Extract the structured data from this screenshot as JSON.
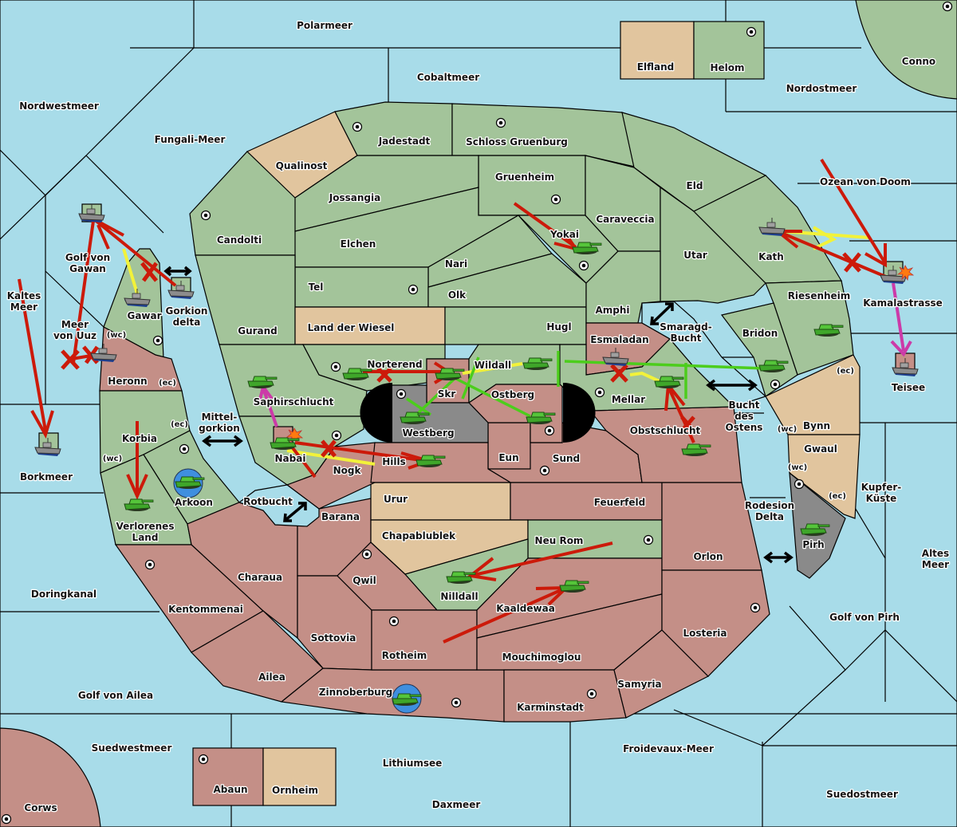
{
  "colors": {
    "sea": "#a8dce9",
    "power_green": "#a3c49a",
    "power_red": "#c48f87",
    "neutral_tan": "#e1c59e",
    "impassable_gray": "#8a8a8a",
    "order_move": "#cc1a0a",
    "order_support": "#f2f23a",
    "order_convoy": "#4ccd1c",
    "order_retreat": "#cc3aa8",
    "home_marker": "#3f8fdf"
  },
  "seas": [
    {
      "name": "Polarmeer"
    },
    {
      "name": "Cobaltmeer"
    },
    {
      "name": "Nordwestmeer"
    },
    {
      "name": "Fungali-Meer"
    },
    {
      "name": "Nordostmeer"
    },
    {
      "name": "Ozean von Doom"
    },
    {
      "name": "Golf von Gawan"
    },
    {
      "name": "Kaltes Meer"
    },
    {
      "name": "Meer von Uuz"
    },
    {
      "name": "Gorkion delta"
    },
    {
      "name": "Borkmeer"
    },
    {
      "name": "Mittel-gorkion"
    },
    {
      "name": "Rotbucht"
    },
    {
      "name": "Smaragd-Bucht"
    },
    {
      "name": "Bucht des Ostens"
    },
    {
      "name": "Kamalastrasse"
    },
    {
      "name": "Kupfer-Küste"
    },
    {
      "name": "Rodesion Delta"
    },
    {
      "name": "Altes Meer"
    },
    {
      "name": "Golf von Pirh"
    },
    {
      "name": "Doringkanal"
    },
    {
      "name": "Golf von Ailea"
    },
    {
      "name": "Suedwestmeer"
    },
    {
      "name": "Lithiumsee"
    },
    {
      "name": "Froidevaux-Meer"
    },
    {
      "name": "Daxmeer"
    },
    {
      "name": "Suedostmeer"
    }
  ],
  "labels": {
    "Polarmeer": "Polarmeer",
    "Cobaltmeer": "Cobaltmeer",
    "Nordwestmeer": "Nordwestmeer",
    "Fungali": "Fungali-Meer",
    "Nordostmeer": "Nordostmeer",
    "Ozean": "Ozean von Doom",
    "Gawan1": "Golf von",
    "Gawan2": "Gawan",
    "Kaltes1": "Kaltes",
    "Kaltes2": "Meer",
    "Uuz1": "Meer",
    "Uuz2": "von Uuz",
    "Gorkion1": "Gorkion",
    "Gorkion2": "delta",
    "Borkmeer": "Borkmeer",
    "Mittel1": "Mittel-",
    "Mittel2": "gorkion",
    "Rotbucht": "Rotbucht",
    "Smaragd1": "Smaragd-",
    "Smaragd2": "Bucht",
    "Bucht1": "Bucht",
    "Bucht2": "des",
    "Bucht3": "Ostens",
    "Kamalastrasse": "Kamalastrasse",
    "Kupfer1": "Kupfer-",
    "Kupfer2": "Küste",
    "Rodesion1": "Rodesion",
    "Rodesion2": "Delta",
    "Altes1": "Altes",
    "Altes2": "Meer",
    "GolfPirh": "Golf von Pirh",
    "Doringkanal": "Doringkanal",
    "GolfAilea": "Golf von Ailea",
    "Suedwestmeer": "Suedwestmeer",
    "Lithiumsee": "Lithiumsee",
    "Froidevaux": "Froidevaux-Meer",
    "Daxmeer": "Daxmeer",
    "Suedostmeer": "Suedostmeer",
    "Elfland": "Elfland",
    "Helom": "Helom",
    "Conno": "Conno",
    "Qualinost": "Qualinost",
    "Jadestadt": "Jadestadt",
    "Schloss": "Schloss Gruenburg",
    "Gruenheim": "Gruenheim",
    "Eld": "Eld",
    "Jossangia": "Jossangia",
    "Candolti": "Candolti",
    "Caraveccia": "Caraveccia",
    "Elchen": "Elchen",
    "Yokai": "Yokai",
    "Nari": "Nari",
    "Utar": "Utar",
    "Kath": "Kath",
    "Tel": "Tel",
    "Olk": "Olk",
    "Gawar": "Gawar",
    "Amphi": "Amphi",
    "Riesenheim": "Riesenheim",
    "Gurand": "Gurand",
    "LandWiesel": "Land der Wiesel",
    "Hugl": "Hugl",
    "Bridon": "Bridon",
    "Esmaladan": "Esmaladan",
    "Heronn": "Heronn",
    "Norterend": "Norterend",
    "Wildall": "Wildall",
    "Skr": "Skr",
    "Ostberg": "Ostberg",
    "Mellar": "Mellar",
    "Saphirschlucht": "Saphirschlucht",
    "Westberg": "Westberg",
    "Obstschlucht": "Obstschlucht",
    "Korbia": "Korbia",
    "Nabai": "Nabai",
    "Hills": "Hills",
    "Eun": "Eun",
    "Sund": "Sund",
    "Bynn": "Bynn",
    "Gwaul": "Gwaul",
    "Nogk": "Nogk",
    "Arkoon": "Arkoon",
    "Urur": "Urur",
    "Feuerfeld": "Feuerfeld",
    "Verlorenes1": "Verlorenes",
    "Verlorenes2": "Land",
    "Barana": "Barana",
    "Pirh": "Pirh",
    "Chapablublek": "Chapablublek",
    "NeuRom": "Neu Rom",
    "Orlon": "Orlon",
    "Charaua": "Charaua",
    "Qwil": "Qwil",
    "Nilldall": "Nilldall",
    "Kaaldewaa": "Kaaldewaa",
    "Kentommenai": "Kentommenai",
    "Losteria": "Losteria",
    "Sottovia": "Sottovia",
    "Rotheim": "Rotheim",
    "Mouchimoglou": "Mouchimoglou",
    "Ailea": "Ailea",
    "Samyria": "Samyria",
    "Zinnoberburg": "Zinnoberburg",
    "Karminstadt": "Karminstadt",
    "Abaun": "Abaun",
    "Ornheim": "Ornheim",
    "Corws": "Corws",
    "Teisee": "Teisee",
    "wc": "(wc)",
    "ec": "(ec)"
  }
}
